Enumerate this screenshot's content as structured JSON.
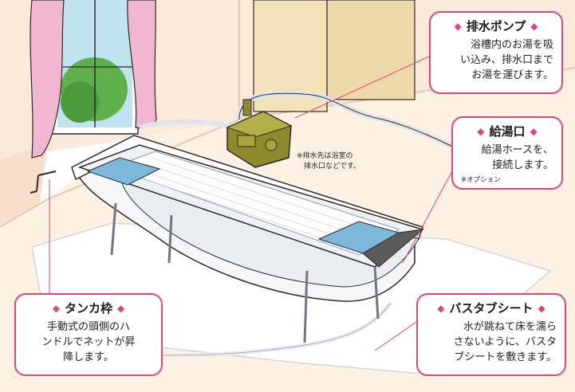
{
  "callouts": {
    "pump": {
      "title": "排水ポンプ",
      "body": "浴槽内のお湯を吸\nい込み、排水口まで\nお湯を運びます。"
    },
    "inlet": {
      "title": "給湯口",
      "body": "給湯ホースを、\n接続します。",
      "note": "※オプション"
    },
    "tanka": {
      "title": "タンカ枠",
      "body": "手動式の頭側のハ\nンドルでネットが昇\n降します。"
    },
    "sheet": {
      "title": "バスタブシート",
      "body": "水が跳ねて床を濡ら\nさないように、バスタ\nブシートを敷きます。"
    }
  },
  "drain_note": "※排水先は浴室の\n　排水口などです。",
  "colors": {
    "accent": "#e0457b",
    "wall": "#fbe9d9",
    "floor": "#fdf1e4",
    "outline": "#2b2b2b",
    "pump_body": "#8c8a2a",
    "bed_pad": "#7db7dc",
    "hose": "#dfe5ea"
  }
}
